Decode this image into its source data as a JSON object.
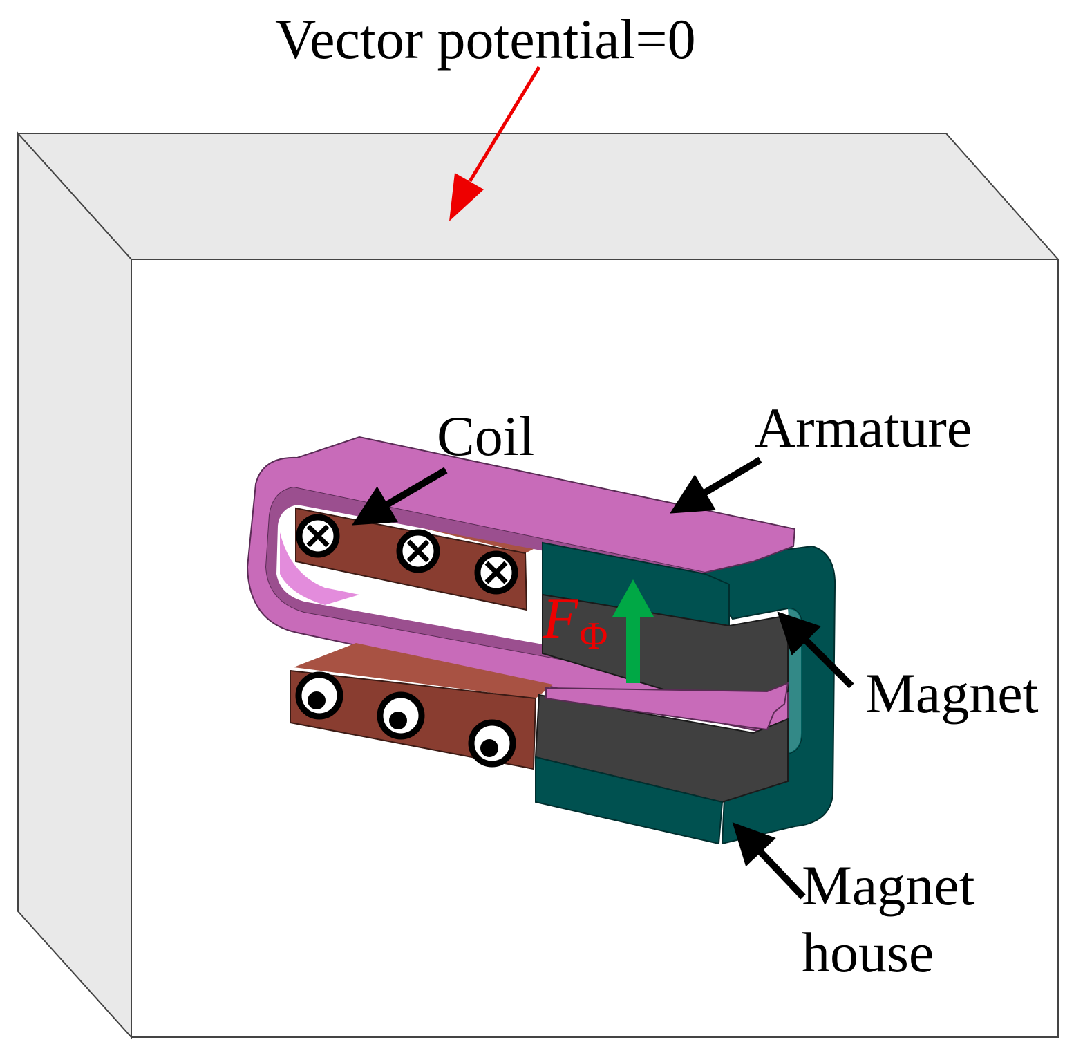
{
  "labels": {
    "boundary": "Vector potential=0",
    "coil": "Coil",
    "armature": "Armature",
    "magnet": "Magnet",
    "magnet_house_line1": "Magnet",
    "magnet_house_line2": "house",
    "force_symbol": "F",
    "force_subscript": "Φ"
  },
  "colors": {
    "box_face": "#ffffff",
    "box_side": "#e9e9e9",
    "box_edge": "#444444",
    "armature_top": "#c86bb9",
    "armature_inner": "#9b4f8f",
    "armature_light": "#e07fd8",
    "coil_front": "#893d30",
    "coil_top": "#a85243",
    "magnet_house": "#005150",
    "magnet_house_light": "#006b69",
    "magnet": "#404040",
    "callout_arrow": "#000000",
    "boundary_arrow": "#ee0000",
    "force_arrow": "#00a845",
    "force_label": "#ee0000"
  },
  "current_markers": {
    "upper_coil": "into-page",
    "lower_coil": "out-of-page"
  }
}
